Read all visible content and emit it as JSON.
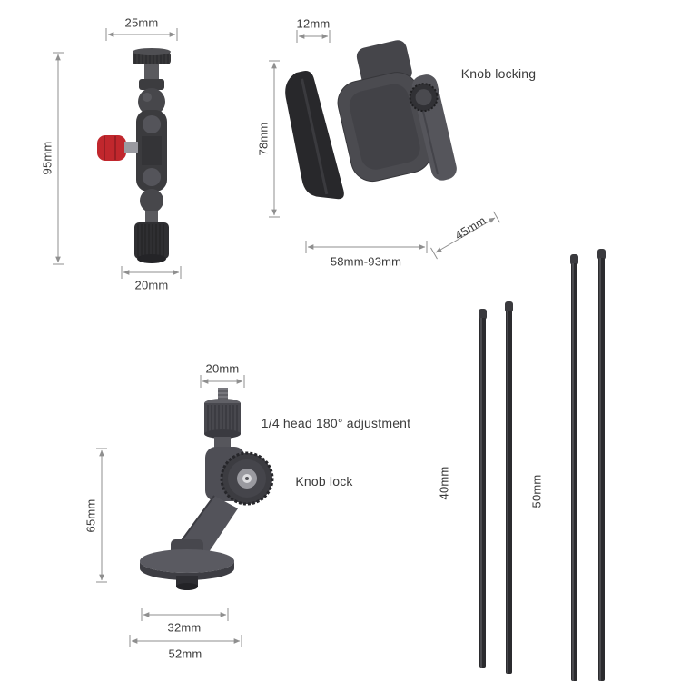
{
  "page": {
    "type": "product-dimension-diagram",
    "background": "#ffffff"
  },
  "colors": {
    "text": "#3b3b3b",
    "dimension_line": "#8f8f8f",
    "metal_dark": "#2b2b2e",
    "metal_mid": "#48484c",
    "metal_light": "#55555b",
    "accent_red": "#c1272d"
  },
  "products": {
    "ball_head": {
      "name": "ball-head-mount",
      "dim_top": "25mm",
      "dim_height": "95mm",
      "dim_bottom": "20mm"
    },
    "phone_clamp": {
      "name": "phone-holder-clamp",
      "dim_top": "12mm",
      "dim_height": "78mm",
      "dim_width": "58mm-93mm",
      "dim_depth": "45mm",
      "label_knob": "Knob locking"
    },
    "bracket": {
      "name": "angle-bracket-mount",
      "dim_top": "20mm",
      "dim_height": "65mm",
      "dim_base_inner": "32mm",
      "dim_base_outer": "52mm",
      "label_head": "1/4 head 180° adjustment",
      "label_knob": "Knob lock"
    },
    "rods": {
      "name": "extension-rods",
      "dim_short": "40mm",
      "dim_long": "50mm"
    }
  }
}
